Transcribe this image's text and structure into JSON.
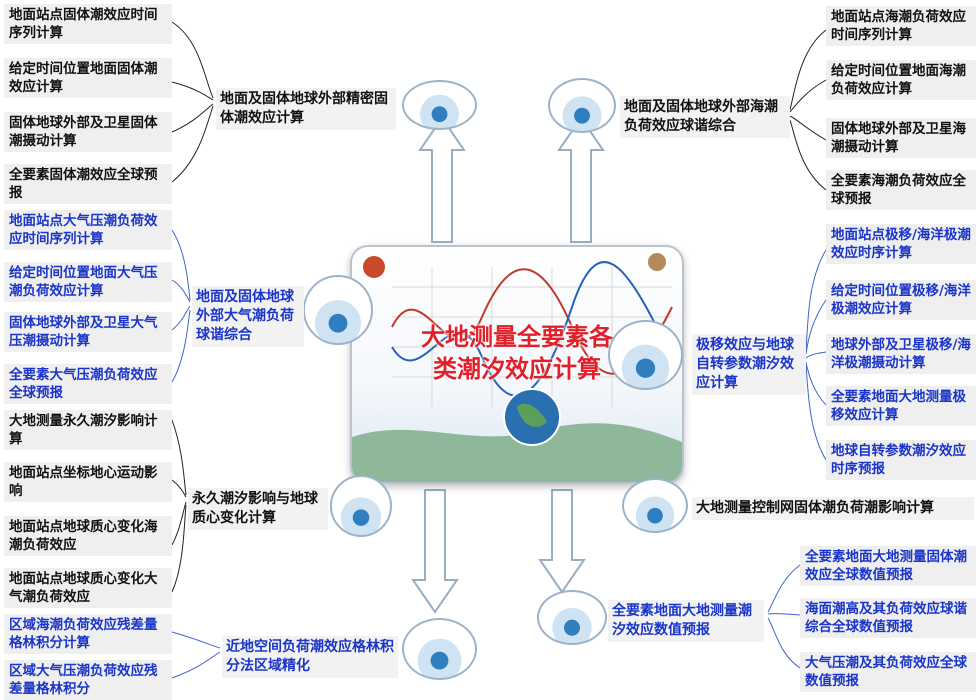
{
  "center": {
    "line1": "大地测量全要素各",
    "line2": "类潮汐效应计算"
  },
  "hubs": {
    "top_left": "地面及固体地球外部精密固体潮效应计算",
    "top_right": "地面及固体地球外部海潮负荷效应球谐综合",
    "mid_left": "地面及固体地球外部大气潮负荷球谐综合",
    "mid_right": "极移效应与地球自转参数潮汐效应计算",
    "low_left": "永久潮汐影响与地球质心变化计算",
    "low_right": "大地测量控制网固体潮负荷潮影响计算",
    "bottom_left": "近地空间负荷潮效应格林积分法区域精化",
    "bottom_right": "全要素地面大地测量潮汐效应数值预报"
  },
  "leaves": {
    "tl": [
      "地面站点固体潮效应时间序列计算",
      "给定时间位置地面固体潮效应计算",
      "固体地球外部及卫星固体潮摄动计算",
      "全要素固体潮效应全球预报"
    ],
    "tr": [
      "地面站点海潮负荷效应时间序列计算",
      "给定时间位置地面海潮负荷效应计算",
      "固体地球外部及卫星海潮摄动计算",
      "全要素海潮负荷效应全球预报"
    ],
    "ml": [
      "地面站点大气压潮负荷效应时间序列计算",
      "给定时间位置地面大气压潮负荷效应计算",
      "固体地球外部及卫星大气压潮摄动计算",
      "全要素大气压潮负荷效应全球预报"
    ],
    "mr": [
      "地面站点极移/海洋极潮效应时序计算",
      "给定时间位置极移/海洋极潮效应计算",
      "地球外部及卫星极移/海洋极潮摄动计算",
      "全要素地面大地测量极移效应计算",
      "地球自转参数潮汐效应时序预报"
    ],
    "ll": [
      "大地测量永久潮汐影响计算",
      "地面站点坐标地心运动影响",
      "地面站点地球质心变化海潮负荷效应",
      "地面站点地球质心变化大气潮负荷效应"
    ],
    "bl": [
      "区域海潮负荷效应残差量格林积分计算",
      "区域大气压潮负荷效应残差量格林积分"
    ],
    "br": [
      "全要素地面大地测量固体潮效应全球数值预报",
      "海面潮高及其负荷效应球谐综合全球数值预报",
      "大气压潮及其负荷效应全球数值预报"
    ]
  },
  "colors": {
    "black_text": "#111111",
    "blue_text": "#1a35c8",
    "title_red": "#e0202a",
    "arrow": "#9aaec2"
  }
}
